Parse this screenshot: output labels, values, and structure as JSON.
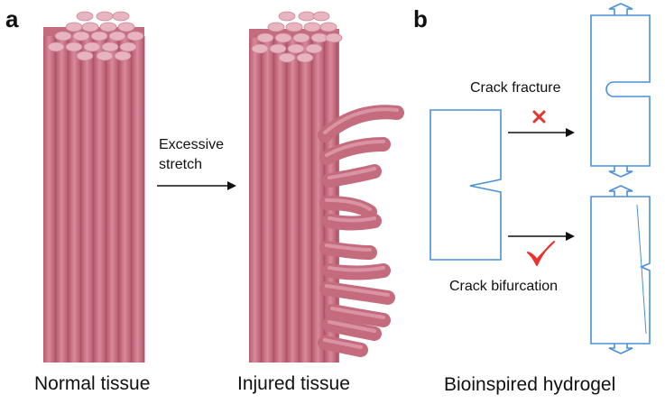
{
  "panel_a": {
    "letter": "a",
    "arrow_label_line1": "Excessive",
    "arrow_label_line2": "stretch",
    "normal_caption": "Normal tissue",
    "injured_caption": "Injured tissue"
  },
  "panel_b": {
    "letter": "b",
    "fracture_label": "Crack fracture",
    "bifurcation_label": "Crack bifurcation",
    "caption": "Bioinspired hydrogel",
    "fracture_mark": "cross",
    "bifurcation_mark": "check"
  },
  "colors": {
    "fiber": "#c56b7e",
    "fiber_light": "#e3a4b2",
    "fiber_end": "#e8b4c0",
    "outline": "#4a90d9",
    "cross": "#e8342e",
    "check": "#e8342e",
    "arrow": "#111111"
  }
}
